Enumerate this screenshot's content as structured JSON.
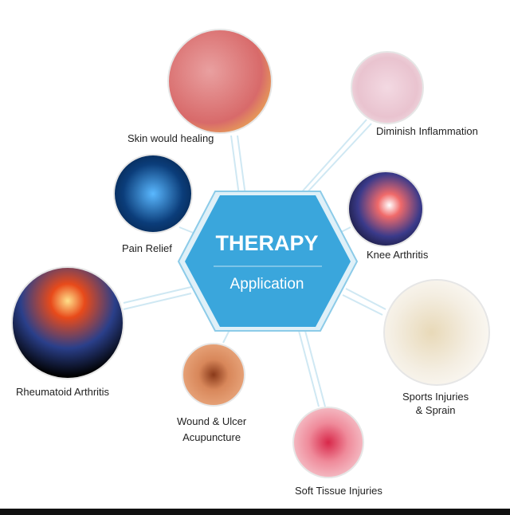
{
  "center": {
    "title": "THERAPY",
    "subtitle": "Application",
    "color": "#3aa6dc"
  },
  "items": [
    {
      "label": "Skin would healing"
    },
    {
      "label": "Diminish Inflammation"
    },
    {
      "label": "Pain Relief"
    },
    {
      "label": "Knee Arthritis"
    },
    {
      "label": "Rheumatoid Arthritis"
    },
    {
      "label": "Sports Injuries\n& Sprain"
    },
    {
      "label": "Wound & Ulcer\nAcupuncture"
    },
    {
      "label": "Soft Tissue Injuries"
    }
  ]
}
